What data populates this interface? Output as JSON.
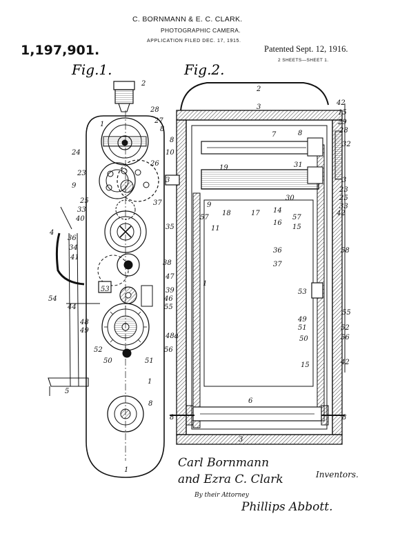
{
  "header": {
    "assignees": "C. BORNMANN & E. C. CLARK.",
    "title": "PHOTOGRAPHIC CAMERA.",
    "filed": "APPLICATION FILED DEC. 17, 1915.",
    "patent_number": "1,197,901.",
    "patented": "Patented Sept. 12, 1916.",
    "sheets": "2 SHEETS—SHEET 1."
  },
  "figures": [
    {
      "label": "Fig.1."
    },
    {
      "label": "Fig.2."
    }
  ],
  "fig1_refs": [
    "1",
    "2",
    "28",
    "27",
    "8",
    "24",
    "26",
    "23",
    "9",
    "25",
    "37",
    "33",
    "40",
    "35",
    "36",
    "34",
    "41",
    "38",
    "39",
    "47",
    "53",
    "46",
    "55",
    "54",
    "44",
    "48",
    "49",
    "52",
    "50",
    "51",
    "48a",
    "56",
    "4",
    "5",
    "1",
    "8",
    "1"
  ],
  "fig2_refs": [
    "2",
    "3",
    "42",
    "15",
    "29",
    "28",
    "32",
    "7",
    "8",
    "8",
    "10",
    "19",
    "31",
    "3",
    "3",
    "23",
    "25",
    "33",
    "9",
    "18",
    "17",
    "14",
    "30",
    "57",
    "16",
    "42",
    "11",
    "57",
    "15",
    "36",
    "58",
    "37",
    "1",
    "53",
    "55",
    "49",
    "52",
    "51",
    "56",
    "50",
    "15",
    "42",
    "6",
    "8",
    "8",
    "3"
  ],
  "signatures": {
    "line1": "Carl Bornmann",
    "line2": "and Ezra C. Clark",
    "inventors": "Inventors.",
    "by": "By their Attorney",
    "attorney": "Phillips Abbott."
  }
}
